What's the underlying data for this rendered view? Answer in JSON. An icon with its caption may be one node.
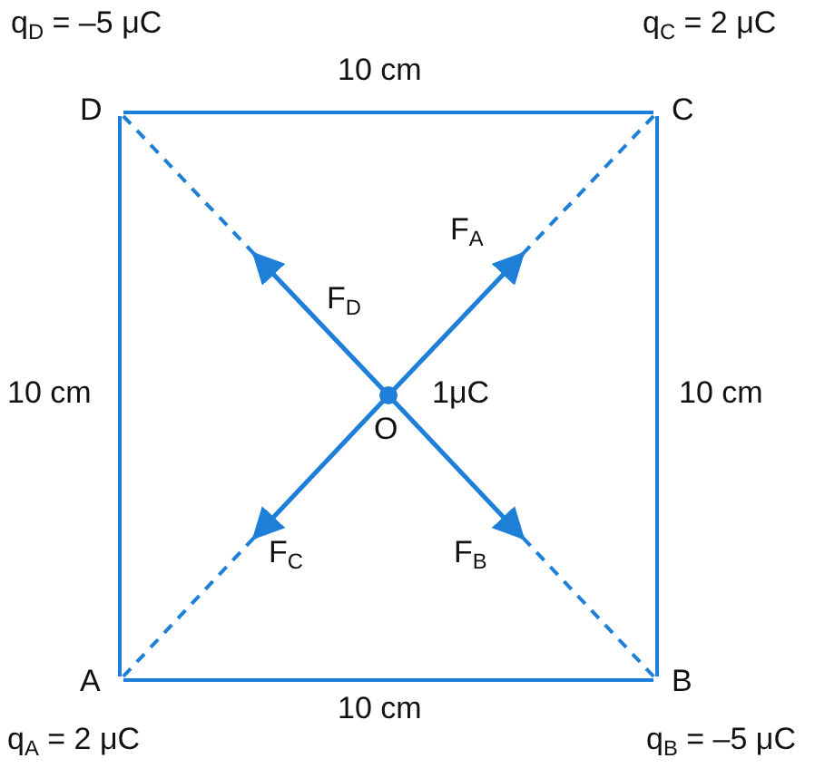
{
  "diagram": {
    "nodes": [
      {
        "text": [
          "D"
        ],
        "beside": [
          "q$_{D}$ = –5 μC"
        ]
      },
      {
        "text": [
          "C"
        ],
        "beside": [
          "q$_{C}$ = 2 μC"
        ]
      },
      {
        "text": [
          "O"
        ],
        "beside": [
          "1μC"
        ]
      },
      {
        "text": [
          "A"
        ],
        "beside": [
          "q$_{A}$ = 2 μC"
        ]
      },
      {
        "text": [
          "B"
        ],
        "beside": [
          "q$_{B}$ = –5 μC"
        ]
      }
    ],
    "edges": [
      {
        "from": 0,
        "to": 1,
        "arrow": "none"
      },
      {
        "from": 1,
        "to": 4,
        "arrow": "none"
      },
      {
        "from": 3,
        "to": 4,
        "arrow": "none"
      },
      {
        "from": 0,
        "to": 3,
        "arrow": "none"
      },
      {
        "from": 0,
        "to": 2,
        "arrow": "none",
        "style": "dashed"
      },
      {
        "from": 1,
        "to": 2,
        "arrow": "none",
        "style": "dashed"
      },
      {
        "from": 3,
        "to": 2,
        "arrow": "none",
        "style": "dashed"
      },
      {
        "from": 4,
        "to": 2,
        "arrow": "none",
        "style": "dashed"
      }
    ],
    "labels": [
      "10 cm",
      "F$_{A}$",
      "F$_{D}$",
      "10 cm",
      "10 cm",
      "F$_{C}$",
      "F$_{B}$",
      "10 cm"
    ]
  }
}
